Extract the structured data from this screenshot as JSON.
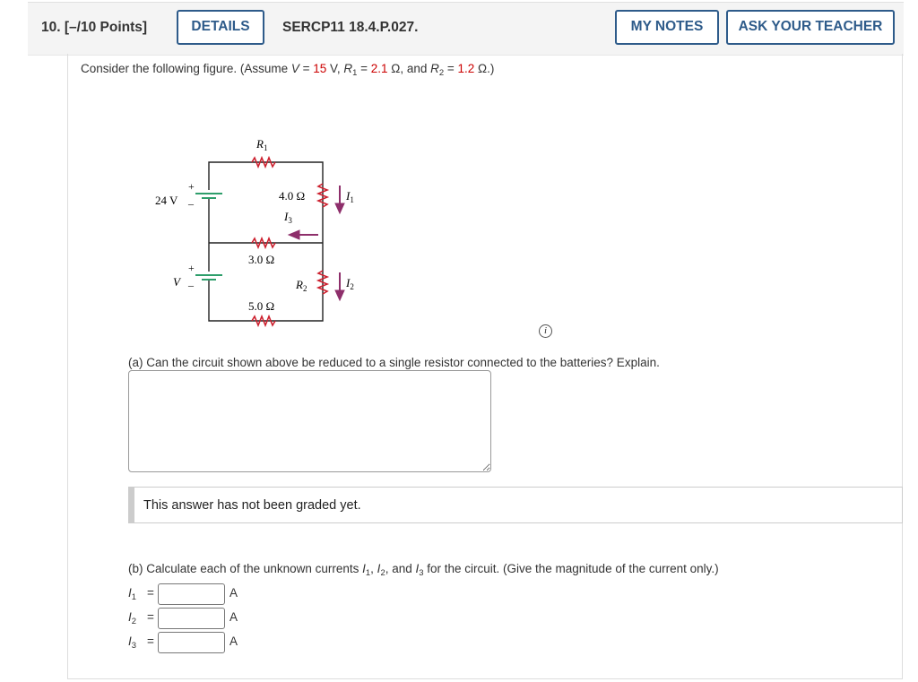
{
  "header": {
    "question_number": "10.",
    "points": "[–/10 Points]",
    "details_label": "DETAILS",
    "problem_code": "SERCP11 18.4.P.027.",
    "my_notes_label": "MY NOTES",
    "ask_teacher_label": "ASK YOUR TEACHER"
  },
  "prompt": {
    "intro": "Consider the following figure. (Assume ",
    "v_symbol": "V",
    "equals": " = ",
    "v_value": "15",
    "v_unit": " V, ",
    "r1_symbol": "R",
    "r1_sub": "1",
    "r1_value": "2.1",
    "r1_unit": " Ω, and ",
    "r2_symbol": "R",
    "r2_sub": "2",
    "r2_value": "1.2",
    "r2_unit": " Ω.)"
  },
  "figure": {
    "battery_top_label": "24 V",
    "battery_bottom_label": "V",
    "plus_sign": "+",
    "minus_sign": "–",
    "r1_label": "R",
    "r1_label_sub": "1",
    "resistor_4_label": "4.0 Ω",
    "i3_label": "I",
    "i3_label_sub": "3",
    "i1_label": "I",
    "i1_label_sub": "1",
    "resistor_3_label": "3.0 Ω",
    "r2_label": "R",
    "r2_label_sub": "2",
    "i2_label": "I",
    "i2_label_sub": "2",
    "resistor_5_label": "5.0 Ω",
    "arrow_color": "#8e2f6b",
    "battery_color": "#2e9e6b",
    "resistor_color": "#cc1f2d"
  },
  "info_icon": "i",
  "part_a": {
    "question": "(a) Can the circuit shown above be reduced to a single resistor connected to the batteries? Explain.",
    "answer_value": ""
  },
  "graded_note": "This answer has not been graded yet.",
  "part_b": {
    "q_start": "(b) Calculate each of the unknown currents ",
    "i_symbol": "I",
    "sub1": "1",
    "sub2": "2",
    "sub3": "3",
    "comma": ", ",
    "and_text": ", and ",
    "q_end": " for the circuit. (Give the magnitude of the current only.)",
    "rows": [
      {
        "symbol": "I",
        "sub": "1",
        "equals": "=",
        "value": "",
        "unit": "A"
      },
      {
        "symbol": "I",
        "sub": "2",
        "equals": "=",
        "value": "",
        "unit": "A"
      },
      {
        "symbol": "I",
        "sub": "3",
        "equals": "=",
        "value": "",
        "unit": "A"
      }
    ]
  }
}
